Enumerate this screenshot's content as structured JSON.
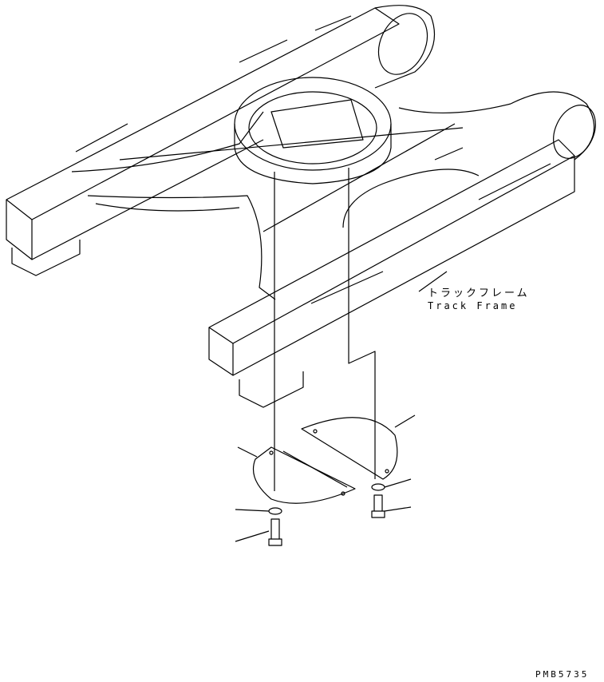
{
  "part_label": {
    "japanese": "トラックフレーム",
    "english": "Track Frame"
  },
  "drawing_number": "PMB5735"
}
